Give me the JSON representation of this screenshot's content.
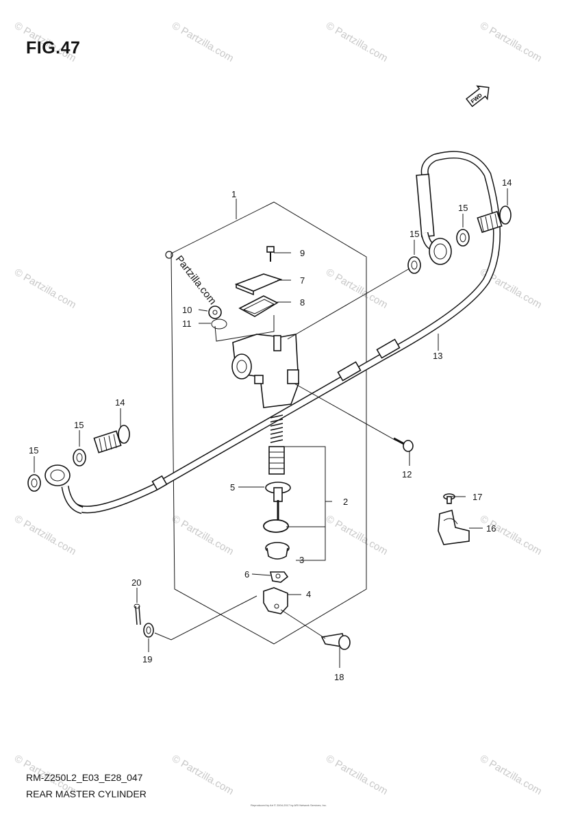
{
  "figure": {
    "title": "FIG.47",
    "model_code": "RM-Z250L2_E03_E28_047",
    "name": "REAR MASTER CYLINDER",
    "copyright": "Reproduced by Ari © 2004-2017 by ARI Network Services, Inc."
  },
  "brand": {
    "watermark_text": "© Partzilla.com",
    "center_brand": "Partzilla.com"
  },
  "direction_label": "FWD",
  "callouts": {
    "c1": "1",
    "c2": "2",
    "c3": "3",
    "c4": "4",
    "c5": "5",
    "c6": "6",
    "c7": "7",
    "c8": "8",
    "c9": "9",
    "c10": "10",
    "c11": "11",
    "c12": "12",
    "c13": "13",
    "c14a": "14",
    "c14b": "14",
    "c15a": "15",
    "c15b": "15",
    "c15c": "15",
    "c15d": "15",
    "c16": "16",
    "c17": "17",
    "c18": "18",
    "c19": "19",
    "c20": "20"
  }
}
